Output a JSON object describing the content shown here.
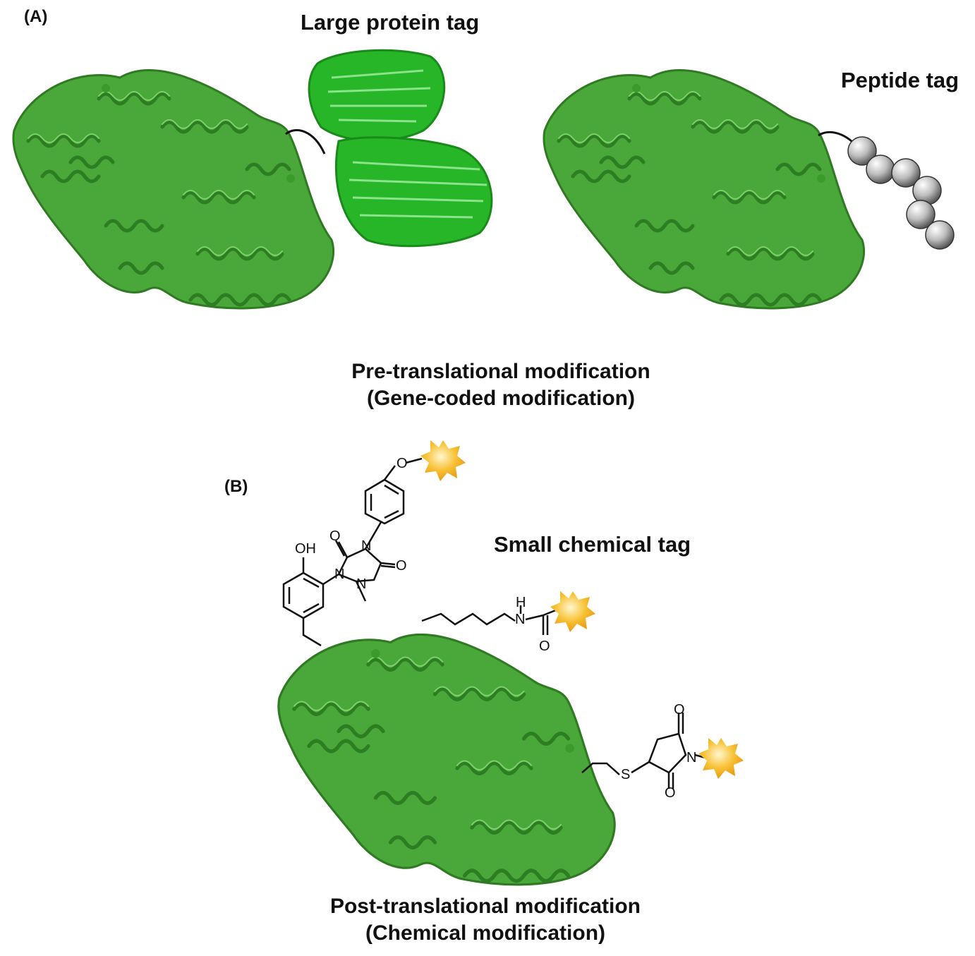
{
  "panelA": {
    "letter": "(A)",
    "large_tag_label": "Large protein tag",
    "peptide_tag_label": "Peptide tag",
    "caption_line1": "Pre-translational modification",
    "caption_line2": "(Gene-coded modification)"
  },
  "panelB": {
    "letter": "(B)",
    "small_tag_label": "Small chemical tag",
    "caption_line1": "Post-translational modification",
    "caption_line2": "(Chemical modification)",
    "atoms": {
      "oh": "OH",
      "o_ether": "O",
      "n1": "N",
      "n2": "N",
      "n3": "N",
      "o_carbonyl1": "O",
      "o_carbonyl2": "O",
      "h_amide": "H",
      "n_amide": "N",
      "o_amide": "O",
      "s": "S",
      "n_imide": "N",
      "o_imide1": "O",
      "o_imide2": "O"
    }
  },
  "colors": {
    "protein_green": "#3a9a2a",
    "gfp_green": "#22b022",
    "bead_gray": "#bdbdbd",
    "fluorophore_gold": "#f5b52a",
    "bond_black": "#111111"
  }
}
